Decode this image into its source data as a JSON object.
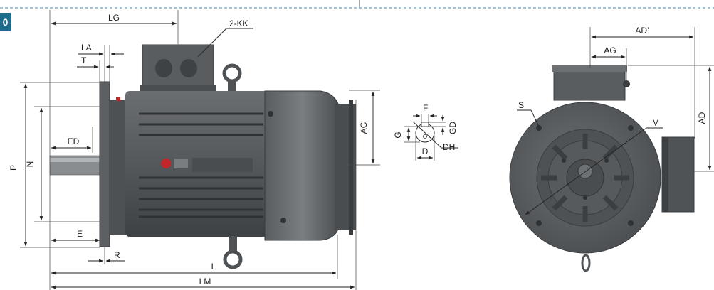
{
  "figure": {
    "badge_text": "0",
    "side_view": {
      "labels": {
        "LG": "LG",
        "KK": "2-KK",
        "LA": "LA",
        "T": "T",
        "ED": "ED",
        "P": "P",
        "N": "N",
        "E": "E",
        "R": "R",
        "L": "L",
        "LM": "LM",
        "AC": "AC"
      }
    },
    "shaft_section": {
      "labels": {
        "F": "F",
        "GD": "GD",
        "G": "G",
        "D": "D",
        "DH": "DH"
      }
    },
    "front_view": {
      "labels": {
        "AD_prime": "AD’",
        "AG": "AG",
        "S": "S",
        "M": "M",
        "AD": "AD"
      }
    },
    "colors": {
      "motor_body": "#56595c",
      "motor_dark": "#3c3f42",
      "motor_light": "#7a7d80",
      "dimension_line": "#222222",
      "badge": "#1f6b8c",
      "logo_red": "#c0262a"
    }
  }
}
